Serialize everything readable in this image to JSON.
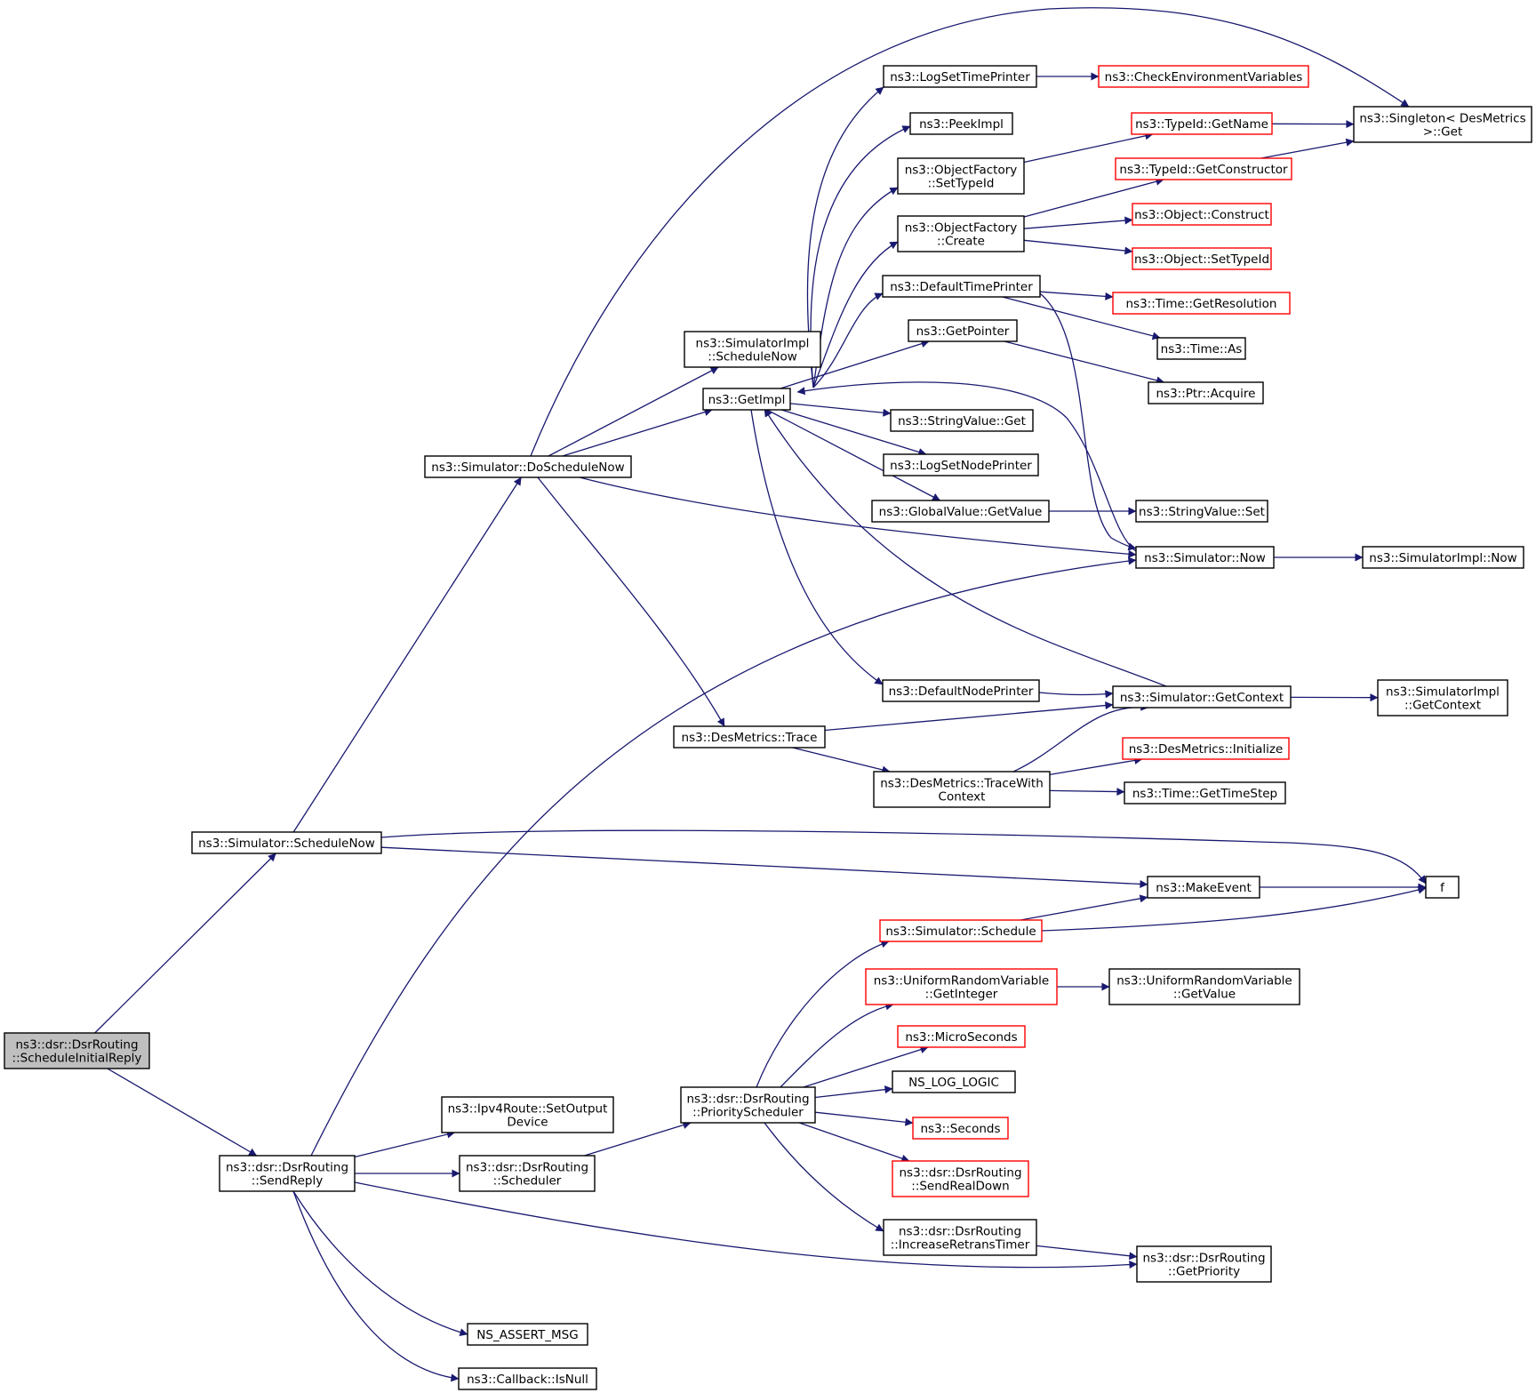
{
  "colors": {
    "edge": "#191970",
    "normal_border": "#000000",
    "truncated_border": "#ff0000",
    "root_fill": "#bfbfbf",
    "node_fill": "#ffffff"
  },
  "nodes": [
    {
      "id": "root",
      "lines": [
        "ns3::dsr::DsrRouting",
        "::ScheduleInitialReply"
      ],
      "style": "root"
    },
    {
      "id": "sim_schednow",
      "lines": [
        "ns3::Simulator::ScheduleNow"
      ],
      "style": "normal"
    },
    {
      "id": "sendreply",
      "lines": [
        "ns3::dsr::DsrRouting",
        "::SendReply"
      ],
      "style": "normal"
    },
    {
      "id": "doschednow",
      "lines": [
        "ns3::Simulator::DoScheduleNow"
      ],
      "style": "normal"
    },
    {
      "id": "simimpl_schednow",
      "lines": [
        "ns3::SimulatorImpl",
        "::ScheduleNow"
      ],
      "style": "normal"
    },
    {
      "id": "getimpl",
      "lines": [
        "ns3::GetImpl"
      ],
      "style": "normal"
    },
    {
      "id": "logsettimeprinter",
      "lines": [
        "ns3::LogSetTimePrinter"
      ],
      "style": "normal"
    },
    {
      "id": "checkenv",
      "lines": [
        "ns3::CheckEnvironmentVariables"
      ],
      "style": "truncated"
    },
    {
      "id": "peekimpl",
      "lines": [
        "ns3::PeekImpl"
      ],
      "style": "normal"
    },
    {
      "id": "objfact_settypeid",
      "lines": [
        "ns3::ObjectFactory",
        "::SetTypeId"
      ],
      "style": "normal"
    },
    {
      "id": "typeid_getname",
      "lines": [
        "ns3::TypeId::GetName"
      ],
      "style": "truncated"
    },
    {
      "id": "singleton_get",
      "lines": [
        "ns3::Singleton< DesMetrics",
        " >::Get"
      ],
      "style": "normal"
    },
    {
      "id": "typeid_getctor",
      "lines": [
        "ns3::TypeId::GetConstructor"
      ],
      "style": "truncated"
    },
    {
      "id": "objfact_create",
      "lines": [
        "ns3::ObjectFactory",
        "::Create"
      ],
      "style": "normal"
    },
    {
      "id": "object_construct",
      "lines": [
        "ns3::Object::Construct"
      ],
      "style": "truncated"
    },
    {
      "id": "object_settypeid",
      "lines": [
        "ns3::Object::SetTypeId"
      ],
      "style": "truncated"
    },
    {
      "id": "defaulttimeprinter",
      "lines": [
        "ns3::DefaultTimePrinter"
      ],
      "style": "normal"
    },
    {
      "id": "time_getres",
      "lines": [
        "ns3::Time::GetResolution"
      ],
      "style": "truncated"
    },
    {
      "id": "time_as",
      "lines": [
        "ns3::Time::As"
      ],
      "style": "normal"
    },
    {
      "id": "getpointer",
      "lines": [
        "ns3::GetPointer"
      ],
      "style": "normal"
    },
    {
      "id": "ptr_acquire",
      "lines": [
        "ns3::Ptr::Acquire"
      ],
      "style": "normal"
    },
    {
      "id": "stringvalue_get",
      "lines": [
        "ns3::StringValue::Get"
      ],
      "style": "normal"
    },
    {
      "id": "logsetnodeprinter",
      "lines": [
        "ns3::LogSetNodePrinter"
      ],
      "style": "normal"
    },
    {
      "id": "globalvalue_getvalue",
      "lines": [
        "ns3::GlobalValue::GetValue"
      ],
      "style": "normal"
    },
    {
      "id": "stringvalue_set",
      "lines": [
        "ns3::StringValue::Set"
      ],
      "style": "normal"
    },
    {
      "id": "sim_now",
      "lines": [
        "ns3::Simulator::Now"
      ],
      "style": "normal"
    },
    {
      "id": "simimpl_now",
      "lines": [
        "ns3::SimulatorImpl::Now"
      ],
      "style": "normal"
    },
    {
      "id": "defaultnodeprinter",
      "lines": [
        "ns3::DefaultNodePrinter"
      ],
      "style": "normal"
    },
    {
      "id": "sim_getcontext",
      "lines": [
        "ns3::Simulator::GetContext"
      ],
      "style": "normal"
    },
    {
      "id": "simimpl_getcontext",
      "lines": [
        "ns3::SimulatorImpl",
        "::GetContext"
      ],
      "style": "normal"
    },
    {
      "id": "desmetrics_trace",
      "lines": [
        "ns3::DesMetrics::Trace"
      ],
      "style": "normal"
    },
    {
      "id": "desmetrics_tracewith",
      "lines": [
        "ns3::DesMetrics::TraceWith",
        "Context"
      ],
      "style": "normal"
    },
    {
      "id": "desmetrics_init",
      "lines": [
        "ns3::DesMetrics::Initialize"
      ],
      "style": "truncated"
    },
    {
      "id": "time_gettimestep",
      "lines": [
        "ns3::Time::GetTimeStep"
      ],
      "style": "normal"
    },
    {
      "id": "makeevent",
      "lines": [
        "ns3::MakeEvent"
      ],
      "style": "normal"
    },
    {
      "id": "f",
      "lines": [
        "f"
      ],
      "style": "normal"
    },
    {
      "id": "sim_schedule",
      "lines": [
        "ns3::Simulator::Schedule"
      ],
      "style": "truncated"
    },
    {
      "id": "urv_getinteger",
      "lines": [
        "ns3::UniformRandomVariable",
        "::GetInteger"
      ],
      "style": "truncated"
    },
    {
      "id": "urv_getvalue",
      "lines": [
        "ns3::UniformRandomVariable",
        "::GetValue"
      ],
      "style": "normal"
    },
    {
      "id": "microseconds",
      "lines": [
        "ns3::MicroSeconds"
      ],
      "style": "truncated"
    },
    {
      "id": "ns_log_logic",
      "lines": [
        "NS_LOG_LOGIC"
      ],
      "style": "normal"
    },
    {
      "id": "seconds",
      "lines": [
        "ns3::Seconds"
      ],
      "style": "truncated"
    },
    {
      "id": "sendrealdown",
      "lines": [
        "ns3::dsr::DsrRouting",
        "::SendRealDown"
      ],
      "style": "truncated"
    },
    {
      "id": "priorityscheduler",
      "lines": [
        "ns3::dsr::DsrRouting",
        "::PriorityScheduler"
      ],
      "style": "normal"
    },
    {
      "id": "increaseretrans",
      "lines": [
        "ns3::dsr::DsrRouting",
        "::IncreaseRetransTimer"
      ],
      "style": "normal"
    },
    {
      "id": "getpriority",
      "lines": [
        "ns3::dsr::DsrRouting",
        "::GetPriority"
      ],
      "style": "normal"
    },
    {
      "id": "ipv4route_setoutput",
      "lines": [
        "ns3::Ipv4Route::SetOutput",
        "Device"
      ],
      "style": "normal"
    },
    {
      "id": "scheduler",
      "lines": [
        "ns3::dsr::DsrRouting",
        "::Scheduler"
      ],
      "style": "normal"
    },
    {
      "id": "ns_assert_msg",
      "lines": [
        "NS_ASSERT_MSG"
      ],
      "style": "normal"
    },
    {
      "id": "callback_isnull",
      "lines": [
        "ns3::Callback::IsNull"
      ],
      "style": "normal"
    }
  ],
  "edges": [
    [
      "root",
      "sim_schednow"
    ],
    [
      "root",
      "sendreply"
    ],
    [
      "sim_schednow",
      "doschednow"
    ],
    [
      "sim_schednow",
      "makeevent"
    ],
    [
      "sim_schednow",
      "f"
    ],
    [
      "doschednow",
      "singleton_get"
    ],
    [
      "doschednow",
      "simimpl_schednow"
    ],
    [
      "doschednow",
      "getimpl"
    ],
    [
      "doschednow",
      "sim_now"
    ],
    [
      "doschednow",
      "desmetrics_trace"
    ],
    [
      "getimpl",
      "logsettimeprinter"
    ],
    [
      "getimpl",
      "peekimpl"
    ],
    [
      "getimpl",
      "objfact_settypeid"
    ],
    [
      "getimpl",
      "objfact_create"
    ],
    [
      "getimpl",
      "defaulttimeprinter"
    ],
    [
      "getimpl",
      "getpointer"
    ],
    [
      "getimpl",
      "stringvalue_get"
    ],
    [
      "getimpl",
      "logsetnodeprinter"
    ],
    [
      "getimpl",
      "globalvalue_getvalue"
    ],
    [
      "getimpl",
      "defaultnodeprinter"
    ],
    [
      "logsettimeprinter",
      "checkenv"
    ],
    [
      "objfact_settypeid",
      "typeid_getname"
    ],
    [
      "typeid_getname",
      "singleton_get"
    ],
    [
      "typeid_getctor",
      "singleton_get"
    ],
    [
      "objfact_create",
      "typeid_getctor"
    ],
    [
      "objfact_create",
      "object_construct"
    ],
    [
      "objfact_create",
      "object_settypeid"
    ],
    [
      "defaulttimeprinter",
      "time_getres"
    ],
    [
      "defaulttimeprinter",
      "time_as"
    ],
    [
      "defaulttimeprinter",
      "sim_now"
    ],
    [
      "getpointer",
      "ptr_acquire"
    ],
    [
      "globalvalue_getvalue",
      "stringvalue_set"
    ],
    [
      "sim_now",
      "getimpl"
    ],
    [
      "sim_now",
      "simimpl_now"
    ],
    [
      "sim_getcontext",
      "getimpl"
    ],
    [
      "sim_getcontext",
      "simimpl_getcontext"
    ],
    [
      "defaultnodeprinter",
      "sim_getcontext"
    ],
    [
      "desmetrics_trace",
      "sim_getcontext"
    ],
    [
      "desmetrics_trace",
      "desmetrics_tracewith"
    ],
    [
      "desmetrics_tracewith",
      "sim_getcontext"
    ],
    [
      "desmetrics_tracewith",
      "desmetrics_init"
    ],
    [
      "desmetrics_tracewith",
      "time_gettimestep"
    ],
    [
      "makeevent",
      "f"
    ],
    [
      "sim_schedule",
      "makeevent"
    ],
    [
      "sim_schedule",
      "f"
    ],
    [
      "urv_getinteger",
      "urv_getvalue"
    ],
    [
      "priorityscheduler",
      "sim_schedule"
    ],
    [
      "priorityscheduler",
      "urv_getinteger"
    ],
    [
      "priorityscheduler",
      "microseconds"
    ],
    [
      "priorityscheduler",
      "ns_log_logic"
    ],
    [
      "priorityscheduler",
      "seconds"
    ],
    [
      "priorityscheduler",
      "sendrealdown"
    ],
    [
      "priorityscheduler",
      "increaseretrans"
    ],
    [
      "increaseretrans",
      "getpriority"
    ],
    [
      "sendreply",
      "sim_now"
    ],
    [
      "sendreply",
      "ipv4route_setoutput"
    ],
    [
      "sendreply",
      "scheduler"
    ],
    [
      "sendreply",
      "getpriority"
    ],
    [
      "sendreply",
      "ns_assert_msg"
    ],
    [
      "sendreply",
      "callback_isnull"
    ],
    [
      "scheduler",
      "priorityscheduler"
    ]
  ]
}
